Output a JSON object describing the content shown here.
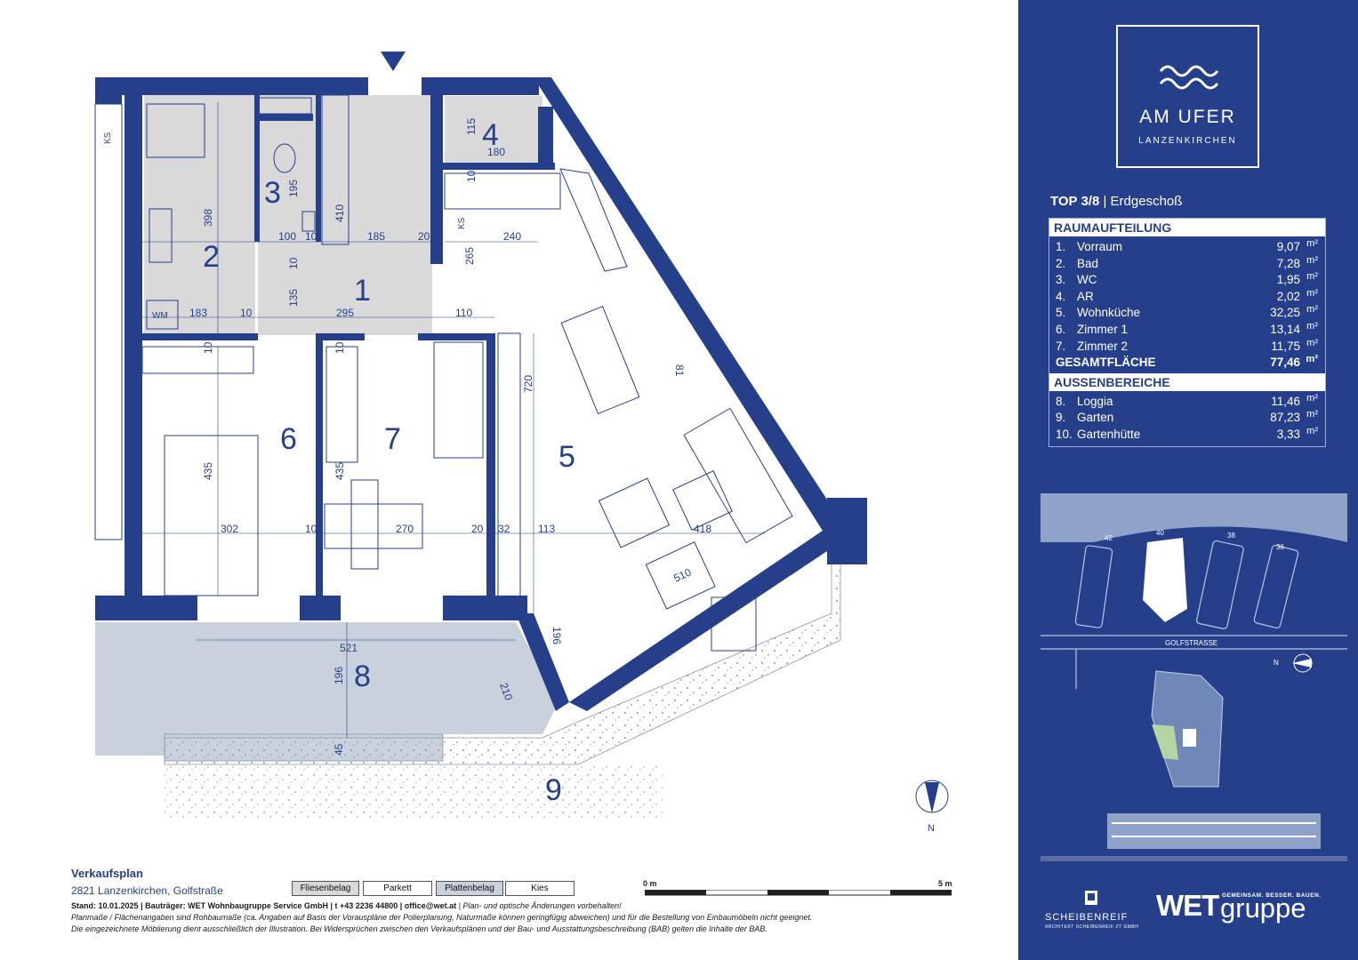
{
  "plan": {
    "rooms": [
      {
        "label": "1"
      },
      {
        "label": "2"
      },
      {
        "label": "3"
      },
      {
        "label": "4"
      },
      {
        "label": "5"
      },
      {
        "label": "6"
      },
      {
        "label": "7"
      },
      {
        "label": "8"
      },
      {
        "label": "9"
      }
    ],
    "dimensions": [
      "398",
      "195",
      "410",
      "115",
      "180",
      "10",
      "100",
      "10",
      "185",
      "20",
      "240",
      "265",
      "135",
      "10",
      "183",
      "10",
      "295",
      "110",
      "10",
      "10",
      "720",
      "81",
      "435",
      "435",
      "302",
      "10",
      "270",
      "20",
      "32",
      "113",
      "418",
      "510",
      "196",
      "521",
      "196",
      "210",
      "45"
    ],
    "fixtures": [
      "KS",
      "KS",
      "WM"
    ],
    "north_label": "N"
  },
  "footer": {
    "title": "Verkaufsplan",
    "address": "2821 Lanzenkirchen, Golfstraße",
    "legend": [
      "Fliesenbelag",
      "Parkett",
      "Plattenbelag",
      "Kies"
    ],
    "scale_start": "0 m",
    "scale_end": "5 m",
    "line1_bold": "Stand: 10.01.2025",
    "line1_a": "| Bauträger:",
    "line1_b": "WET Wohnbaugruppe Service GmbH | t +43 2236 44800 | office@wet.at",
    "line1_c": "| Plan- und optische Änderungen vorbehalten!",
    "line2": "Planmaße / Flächenangaben sind Rohbaumaße (ca. Angaben auf Basis der Vorauspläne der Polierplanung, Naturmaße können geringfügig abweichen) und für die Bestellung von Einbaumöbeln nicht geeignet.",
    "line3": "Die eingezeichnete Möblierung dient ausschließlich der Illustration. Bei Widersprüchen zwischen den Verkaufsplänen und der Bau- und Ausstattungsbeschreibung (BAB) gelten die Inhalte der BAB."
  },
  "sidebar": {
    "logo_title": "AM UFER",
    "logo_sub": "LANZENKIRCHEN",
    "unit": "TOP 3/8",
    "floor": "| Erdgeschoß",
    "rooms_heading": "RAUMAUFTEILUNG",
    "rooms": [
      {
        "num": "1.",
        "name": "Vorraum",
        "area": "9,07",
        "unit": "m²"
      },
      {
        "num": "2.",
        "name": "Bad",
        "area": "7,28",
        "unit": "m²"
      },
      {
        "num": "3.",
        "name": "WC",
        "area": "1,95",
        "unit": "m²"
      },
      {
        "num": "4.",
        "name": "AR",
        "area": "2,02",
        "unit": "m²"
      },
      {
        "num": "5.",
        "name": "Wohnküche",
        "area": "32,25",
        "unit": "m²"
      },
      {
        "num": "6.",
        "name": "Zimmer 1",
        "area": "13,14",
        "unit": "m²"
      },
      {
        "num": "7.",
        "name": "Zimmer 2",
        "area": "11,75",
        "unit": "m²"
      }
    ],
    "total_label": "GESAMTFLÄCHE",
    "total_area": "77,46",
    "total_unit": "m²",
    "outdoor_heading": "AUSSENBEREICHE",
    "outdoor": [
      {
        "num": "8.",
        "name": "Loggia",
        "area": "11,46",
        "unit": "m²"
      },
      {
        "num": "9.",
        "name": "Garten",
        "area": "87,23",
        "unit": "m²"
      },
      {
        "num": "10.",
        "name": "Gartenhütte",
        "area": "3,33",
        "unit": "m²"
      }
    ],
    "site_numbers": [
      "42",
      "40",
      "38",
      "36"
    ],
    "street": "GOLFSTRASSE",
    "site_north": "N",
    "architect": "SCHEIBENREIF",
    "architect_sub": "ARCHITEKT SCHEIBENREIF ZT GMBH",
    "brand_wet": "WET",
    "brand_gruppe": "gruppe",
    "brand_tagline": "GEMEINSAM. BESSER. BAUEN."
  },
  "colors": {
    "navy": "#253f8a",
    "tile": "#d9d9d9",
    "plate": "#c8d1dc",
    "gravel": "#ffffff"
  }
}
